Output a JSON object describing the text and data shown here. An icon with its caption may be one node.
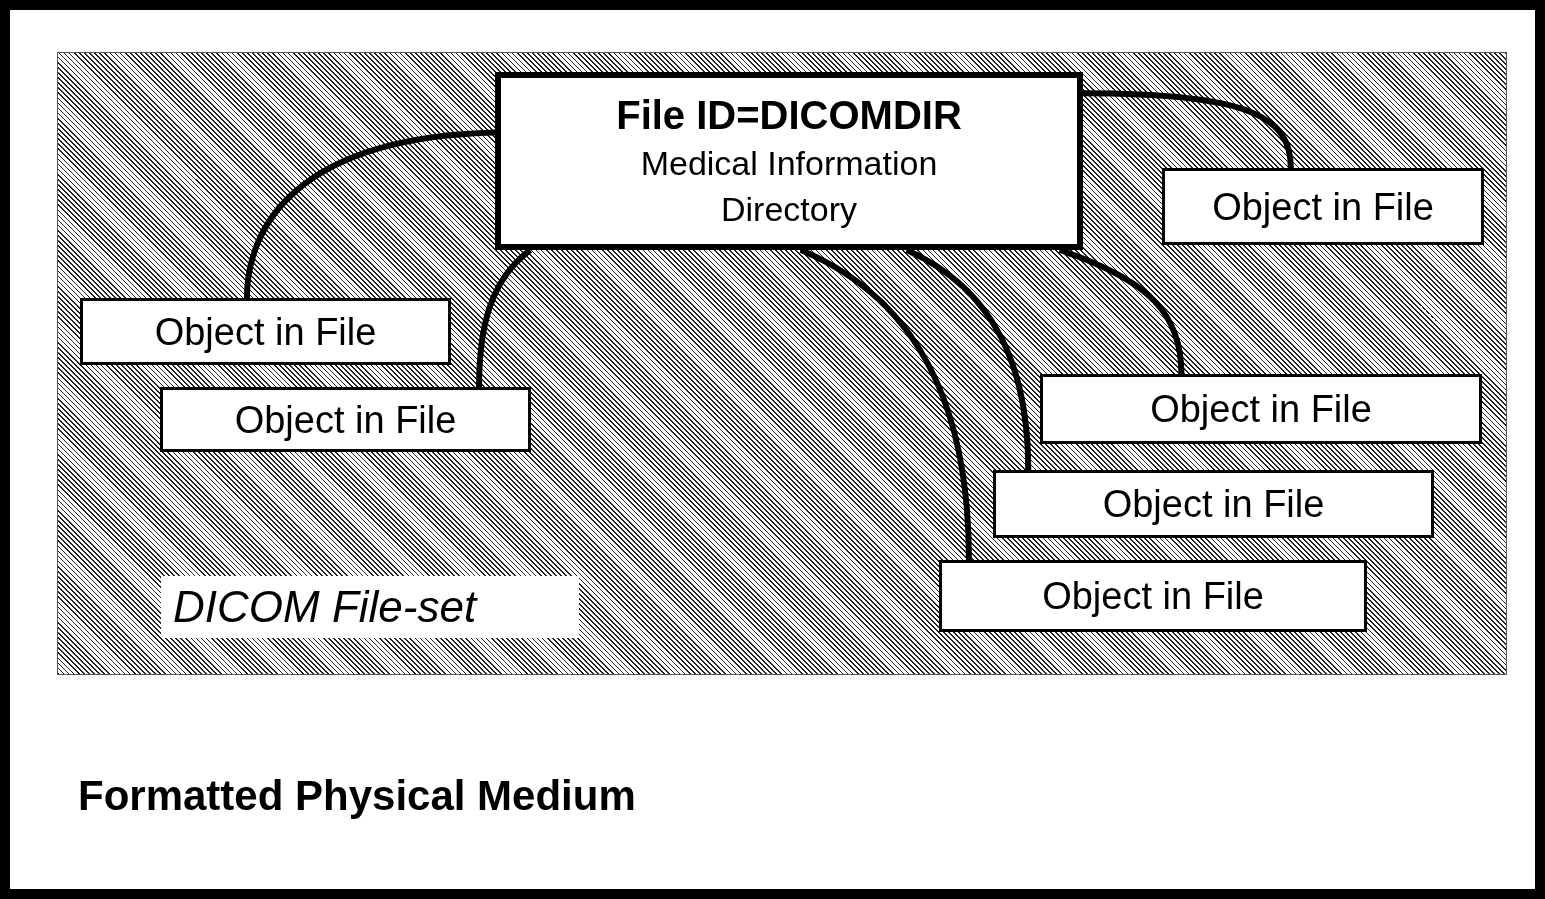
{
  "diagram": {
    "nodes": [
      {
        "text": [
          "Formatted Physical Medium"
        ]
      },
      {
        "text": [
          "DICOM File-set"
        ],
        "in": 0
      },
      {
        "text": [
          "File ID=DICOMDIR",
          "Medical Information Directory"
        ],
        "in": 1
      },
      {
        "text": [
          "Object in File"
        ],
        "in": 1
      },
      {
        "text": [
          "Object in File"
        ],
        "in": 1
      },
      {
        "text": [
          "Object in File"
        ],
        "in": 1
      },
      {
        "text": [
          "Object in File"
        ],
        "in": 1
      },
      {
        "text": [
          "Object in File"
        ],
        "in": 1
      },
      {
        "text": [
          "Object in File"
        ],
        "in": 1
      }
    ],
    "edges": [
      {
        "from": 2,
        "to": 3,
        "arrow": "none"
      },
      {
        "from": 2,
        "to": 4,
        "arrow": "none"
      },
      {
        "from": 2,
        "to": 5,
        "arrow": "none"
      },
      {
        "from": 2,
        "to": 8,
        "arrow": "none"
      },
      {
        "from": 2,
        "to": 7,
        "arrow": "none"
      },
      {
        "from": 2,
        "to": 6,
        "arrow": "none"
      }
    ]
  }
}
